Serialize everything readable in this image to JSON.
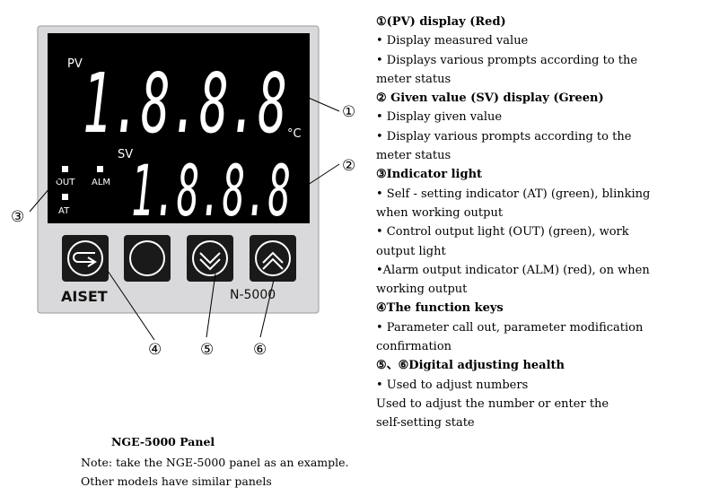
{
  "panel": {
    "pv_label": "PV",
    "pv_digits": "1.8.8.8",
    "unit": "°C",
    "sv_label": "SV",
    "sv_digits": "1.8.8.8",
    "out_label": "OUT",
    "alm_label": "ALM",
    "at_label": "AT",
    "brand": "AISET",
    "model": "N-5000"
  },
  "callouts": [
    "①",
    "②",
    "③",
    "④",
    "⑤",
    "⑥"
  ],
  "descriptions": [
    {
      "text": "①(PV) display (Red)",
      "heading": true
    },
    {
      "text": " • Display  measured  value",
      "heading": false
    },
    {
      "text": " • Displays various prompts according to the",
      "heading": false
    },
    {
      "text": "meter status",
      "heading": false
    },
    {
      "text": "② Given value (SV) display (Green)",
      "heading": true
    },
    {
      "text": " • Display given value",
      "heading": false
    },
    {
      "text": " • Display  various  prompts  according  to the",
      "heading": false
    },
    {
      "text": "meter status",
      "heading": false
    },
    {
      "text": "③Indicator light",
      "heading": true
    },
    {
      "text": " • Self - setting indicator (AT) (green), blinking",
      "heading": false
    },
    {
      "text": "when working output",
      "heading": false
    },
    {
      "text": " • Control output light (OUT) (green), work",
      "heading": false
    },
    {
      "text": "output light",
      "heading": false
    },
    {
      "text": " •Alarm output indicator (ALM) (red), on when",
      "heading": false
    },
    {
      "text": "working output",
      "heading": false
    },
    {
      "text": "④The function keys",
      "heading": true
    },
    {
      "text": " • Parameter call out, parameter modification",
      "heading": false
    },
    {
      "text": "confirmation",
      "heading": false
    },
    {
      "text": "⑤、⑥Digital adjusting health",
      "heading": true
    },
    {
      "text": " • Used to adjust numbers",
      "heading": false
    },
    {
      "text": "Used to adjust the number or enter the",
      "heading": false
    },
    {
      "text": "self-setting state",
      "heading": false
    }
  ],
  "caption": {
    "title": "NGE-5000 Panel",
    "note": "Note:  take the NGE-5000  panel  as an example.",
    "other": "Other models have similar panels"
  },
  "colors": {
    "display_bg": "#000000",
    "segments": "#ffffff",
    "panel_body": "#ddddde",
    "button_bg": "#1a1a1a"
  }
}
